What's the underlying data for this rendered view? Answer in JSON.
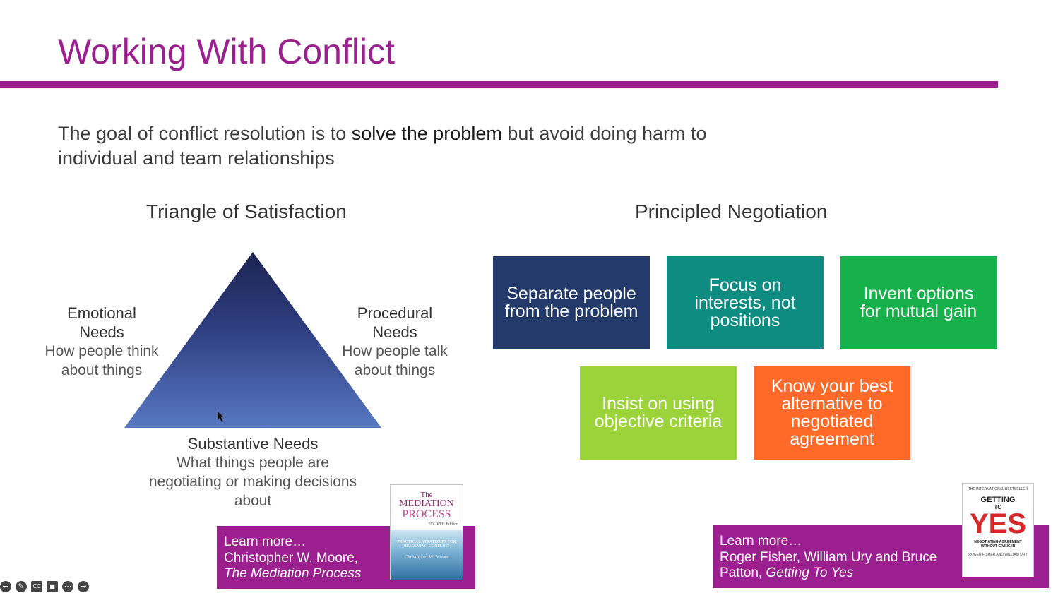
{
  "slide": {
    "title": "Working With Conflict",
    "accent_color": "#9b1f8f",
    "intro": {
      "part1": "The goal of conflict resolution is to ",
      "emphasis": "solve the problem",
      "part2": " but avoid doing harm to individual and team relationships"
    }
  },
  "triangle": {
    "heading": "Triangle of Satisfaction",
    "emotional": {
      "title_line1": "Emotional",
      "title_line2": "Needs",
      "desc_line1": "How people think",
      "desc_line2": "about things"
    },
    "procedural": {
      "title_line1": "Procedural",
      "title_line2": "Needs",
      "desc_line1": "How people talk",
      "desc_line2": "about things"
    },
    "substantive": {
      "title": "Substantive Needs",
      "desc_line1": "What things people are",
      "desc_line2": "negotiating or making decisions",
      "desc_line3": "about"
    }
  },
  "negotiation": {
    "heading": "Principled Negotiation",
    "boxes": [
      {
        "line1": "Separate people",
        "line2": "from the problem",
        "color": "#243a6b"
      },
      {
        "line1": "Focus on",
        "line2": "interests,",
        "line2b": " not",
        "line3": "positions",
        "color": "#0f8c82"
      },
      {
        "line1": "Invent options",
        "line2": "for mutual gain",
        "color": "#16b14a"
      },
      {
        "line1": "Insist on using",
        "line2": "objective criteria",
        "color": "#9dd33a"
      },
      {
        "line1a": "Know your ",
        "line1b": "best",
        "line2a": "alternative",
        "line2b": " to",
        "line3": "negotiated",
        "line4": "agreement",
        "color": "#ff6a28"
      }
    ]
  },
  "learn_more": [
    {
      "label": "Learn more…",
      "author": "Christopher W. Moore,",
      "book": "The Mediation Process"
    },
    {
      "label": "Learn more…",
      "author": "Roger Fisher, William Ury and Bruce",
      "author2": "Patton, ",
      "book": "Getting To Yes"
    }
  ],
  "book_covers": {
    "mediation": {
      "line1": "The",
      "line2": "MEDIATION",
      "line3": "PROCESS",
      "edition": "FOURTH Edition",
      "sub1": "PRACTICAL STRATEGIES FOR",
      "sub2": "RESOLVING CONFLICT",
      "author": "Christopher W. Moore"
    },
    "yes": {
      "top": "THE INTERNATIONAL BESTSELLER",
      "line1": "GETTING",
      "line2": "TO",
      "line3": "YES",
      "sub1": "NEGOTIATING AGREEMENT",
      "sub2": "WITHOUT GIVING IN",
      "authors": "ROGER FISHER AND WILLIAM URY"
    }
  },
  "toolbar": {
    "icons": [
      "back-arrow-icon",
      "pen-icon",
      "captions-icon",
      "video-off-icon",
      "more-icon",
      "forward-arrow-icon"
    ],
    "cc_label": "CC"
  }
}
